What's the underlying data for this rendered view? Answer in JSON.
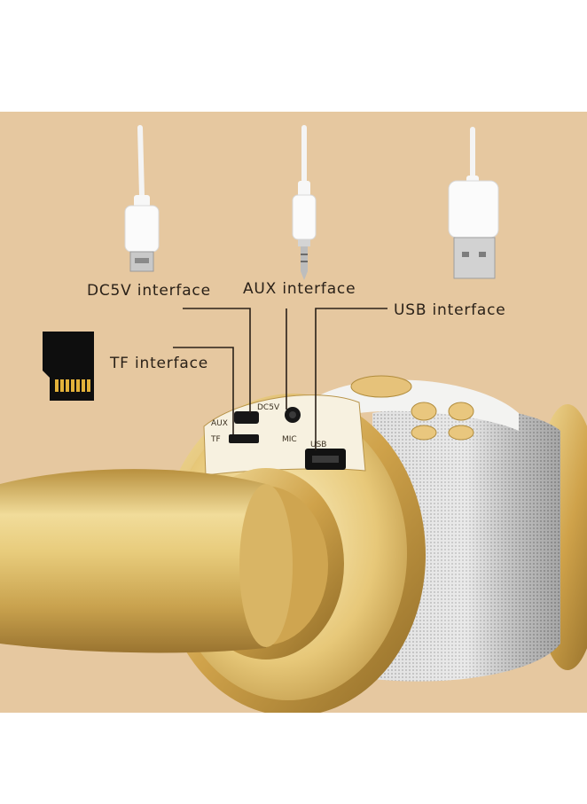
{
  "labels": {
    "dc5v": "DC5V interface",
    "aux": "AUX interface",
    "usb": "USB interface",
    "tf": "TF interface"
  },
  "panel_text": {
    "aux_top": "AUX",
    "aux_bottom": "DC5V",
    "tf": "TF",
    "usb": "USB",
    "mic": "MIC"
  },
  "colors": {
    "background": "#e6c8a0",
    "gold": "#d8b25a",
    "leader_line": "#2a2118",
    "label_text": "#2a2118"
  },
  "icons": [
    "micro-usb-cable-icon",
    "aux-cable-icon",
    "usb-cable-icon",
    "tf-card-icon",
    "microphone-icon"
  ]
}
